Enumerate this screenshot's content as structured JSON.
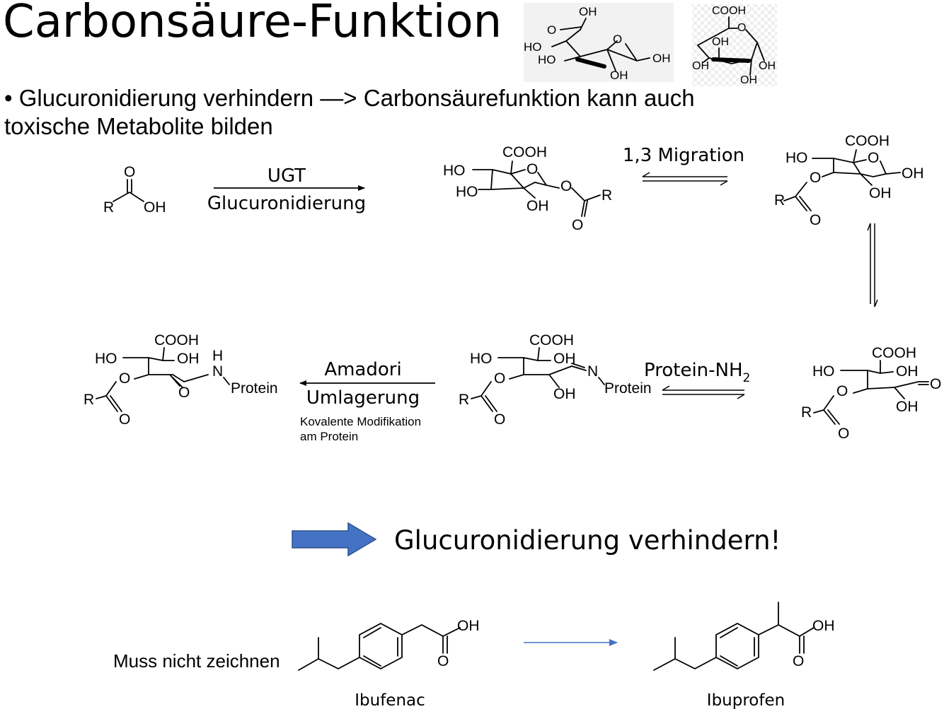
{
  "slide": {
    "title": "Carbonsäure-Funktion",
    "bullet_line1": "• Glucuronidierung verhindern —> Carbonsäurefunktion kann auch",
    "bullet_line2": "toxische Metabolite bilden"
  },
  "reactions": {
    "ugt_label": "UGT",
    "glucuronidierung_label": "Glucuronidierung",
    "migration_label": "1,3 Migration",
    "protein_nh2_label": "Protein-NH",
    "protein_nh2_subscript": "2",
    "amadori_label": "Amadori",
    "umlagerung_label": "Umlagerung",
    "covalent_note_line1": "Kovalente Modifikation",
    "covalent_note_line2": "am Protein"
  },
  "atoms": {
    "O": "O",
    "OH": "OH",
    "HO": "HO",
    "R": "R",
    "COOH": "COOH",
    "N": "N",
    "H": "H",
    "protein": "Protein"
  },
  "conclusion": "Glucuronidierung verhindern!",
  "bottom": {
    "note": "Muss nicht zeichnen",
    "ibufenac_label": "Ibufenac",
    "ibuprofen_label": "Ibuprofen"
  },
  "colors": {
    "accent_arrow": "#4472C4",
    "accent_arrow_border": "#2F528F",
    "text": "#000000",
    "reference_image_bg": "#f2f2f2"
  }
}
